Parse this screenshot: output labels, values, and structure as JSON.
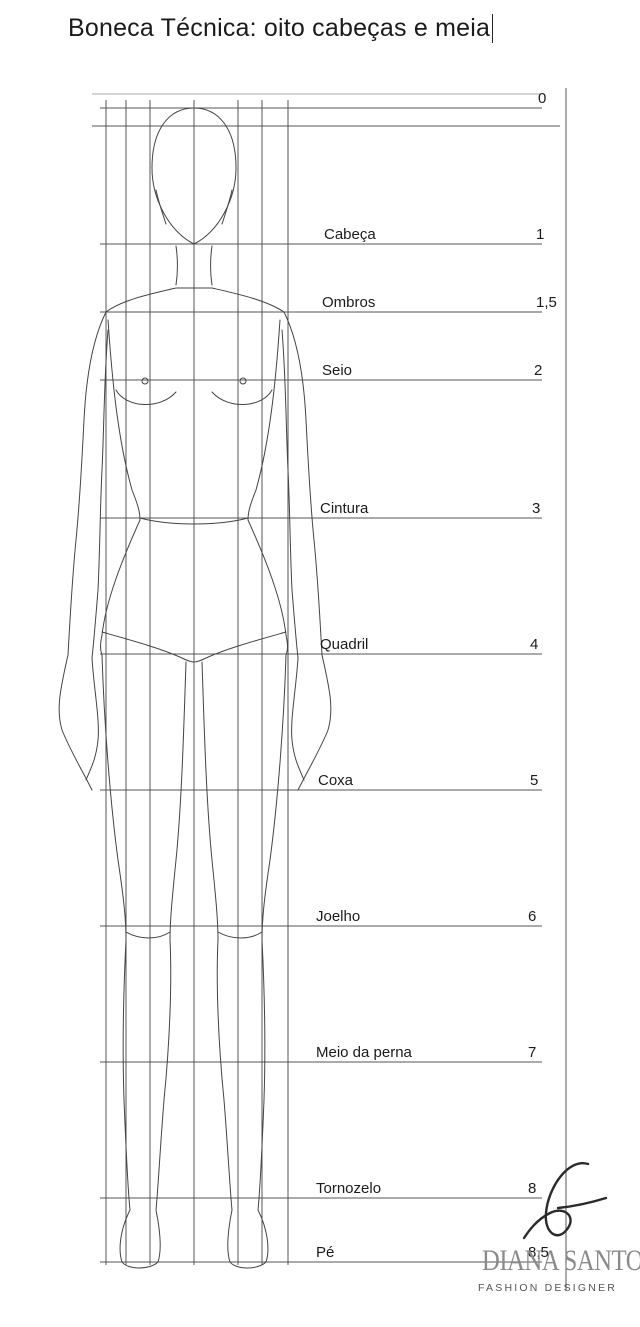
{
  "title": "Boneca Técnica: oito cabeças e meia",
  "scale": [
    {
      "label": "",
      "number": "0"
    },
    {
      "label": "Cabeça",
      "number": "1"
    },
    {
      "label": "Ombros",
      "number": "1,5"
    },
    {
      "label": "Seio",
      "number": "2"
    },
    {
      "label": "Cintura",
      "number": "3"
    },
    {
      "label": "Quadril",
      "number": "4"
    },
    {
      "label": "Coxa",
      "number": "5"
    },
    {
      "label": "Joelho",
      "number": "6"
    },
    {
      "label": "Meio da perna",
      "number": "7"
    },
    {
      "label": "Tornozelo",
      "number": "8"
    },
    {
      "label": "Pé",
      "number": "8,5"
    }
  ],
  "logo": {
    "name": "DIANA SANTOS",
    "subtitle": "FASHION DESIGNER"
  }
}
